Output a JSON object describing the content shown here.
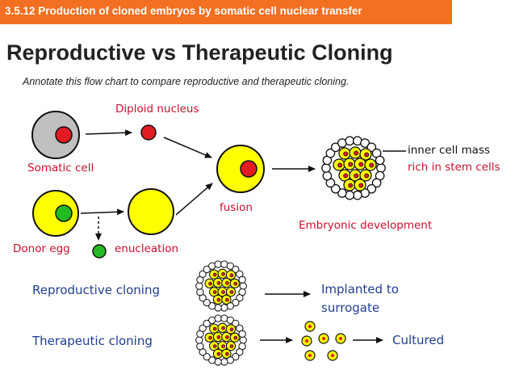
{
  "header": {
    "text": "3.5.12 Production of cloned embryos by somatic cell nuclear transfer"
  },
  "title": "Reproductive vs Therapeutic Cloning",
  "instruction": "Annotate this flow chart to compare reproductive and therapeutic cloning.",
  "labels": {
    "diploid_nucleus": "Diploid nucleus",
    "somatic_cell": "Somatic cell",
    "donor_egg": "Donor egg",
    "enucleation": "enucleation",
    "fusion": "fusion",
    "embryonic_development": "Embryonic development",
    "inner_cell_mass": "inner cell mass",
    "rich_in_stem_cells": "rich in stem cells",
    "reproductive_cloning": "Reproductive cloning",
    "implanted_line1": "Implanted to",
    "implanted_line2": "surrogate",
    "therapeutic_cloning": "Therapeutic cloning",
    "cultured": "Cultured"
  },
  "colors": {
    "header_bg": "#f36f21",
    "cytoplasm_yellow": "#ffff00",
    "nucleus_red": "#e31b23",
    "nucleus_green": "#22bb22",
    "somatic_grey": "#c0c0c0",
    "label_red": "#c8102e",
    "label_blue": "#1f3f8f"
  }
}
